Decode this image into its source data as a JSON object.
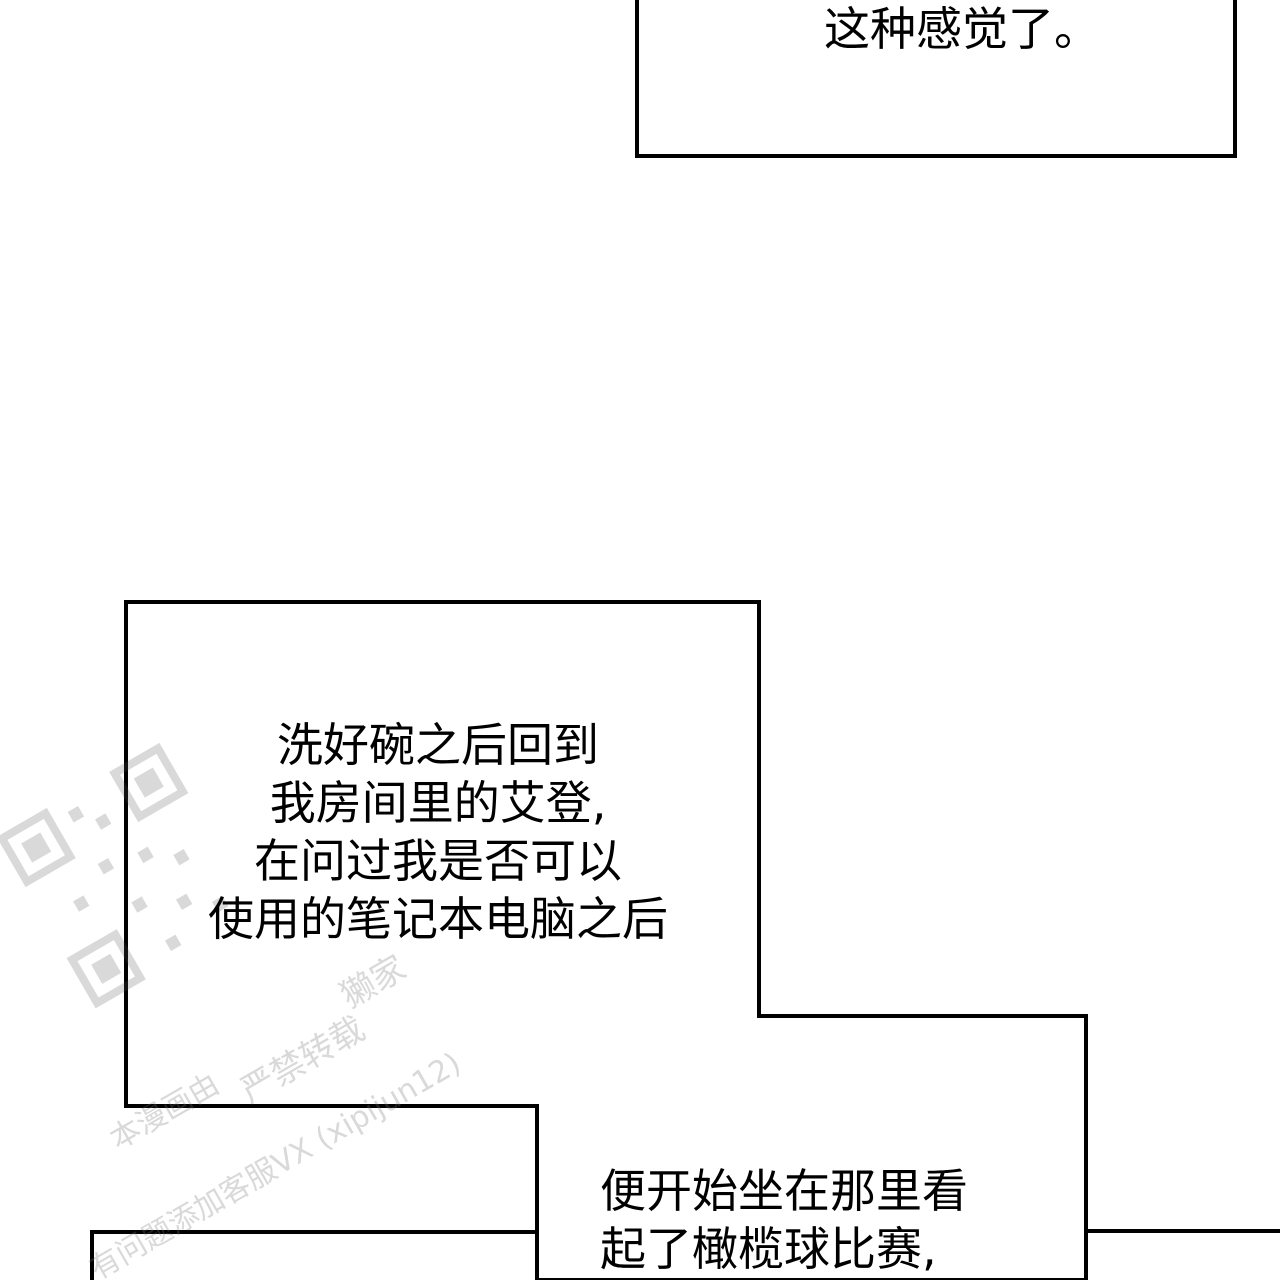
{
  "captions": {
    "top": [
      "这种感觉了。"
    ],
    "middle": [
      "洗好碗之后回到",
      "我房间里的艾登,",
      "在问过我是否可以",
      "使用的笔记本电脑之后"
    ],
    "bottom": [
      "便开始坐在那里看",
      "起了橄榄球比赛,"
    ]
  },
  "watermark": {
    "line1": "獭家",
    "line2": "严禁转载",
    "line3": "本漫画由",
    "line4": "有问题添加客服VX (xipijun12)"
  },
  "colors": {
    "ink": "#000000",
    "paper": "#ffffff",
    "watermark": "#787878"
  }
}
